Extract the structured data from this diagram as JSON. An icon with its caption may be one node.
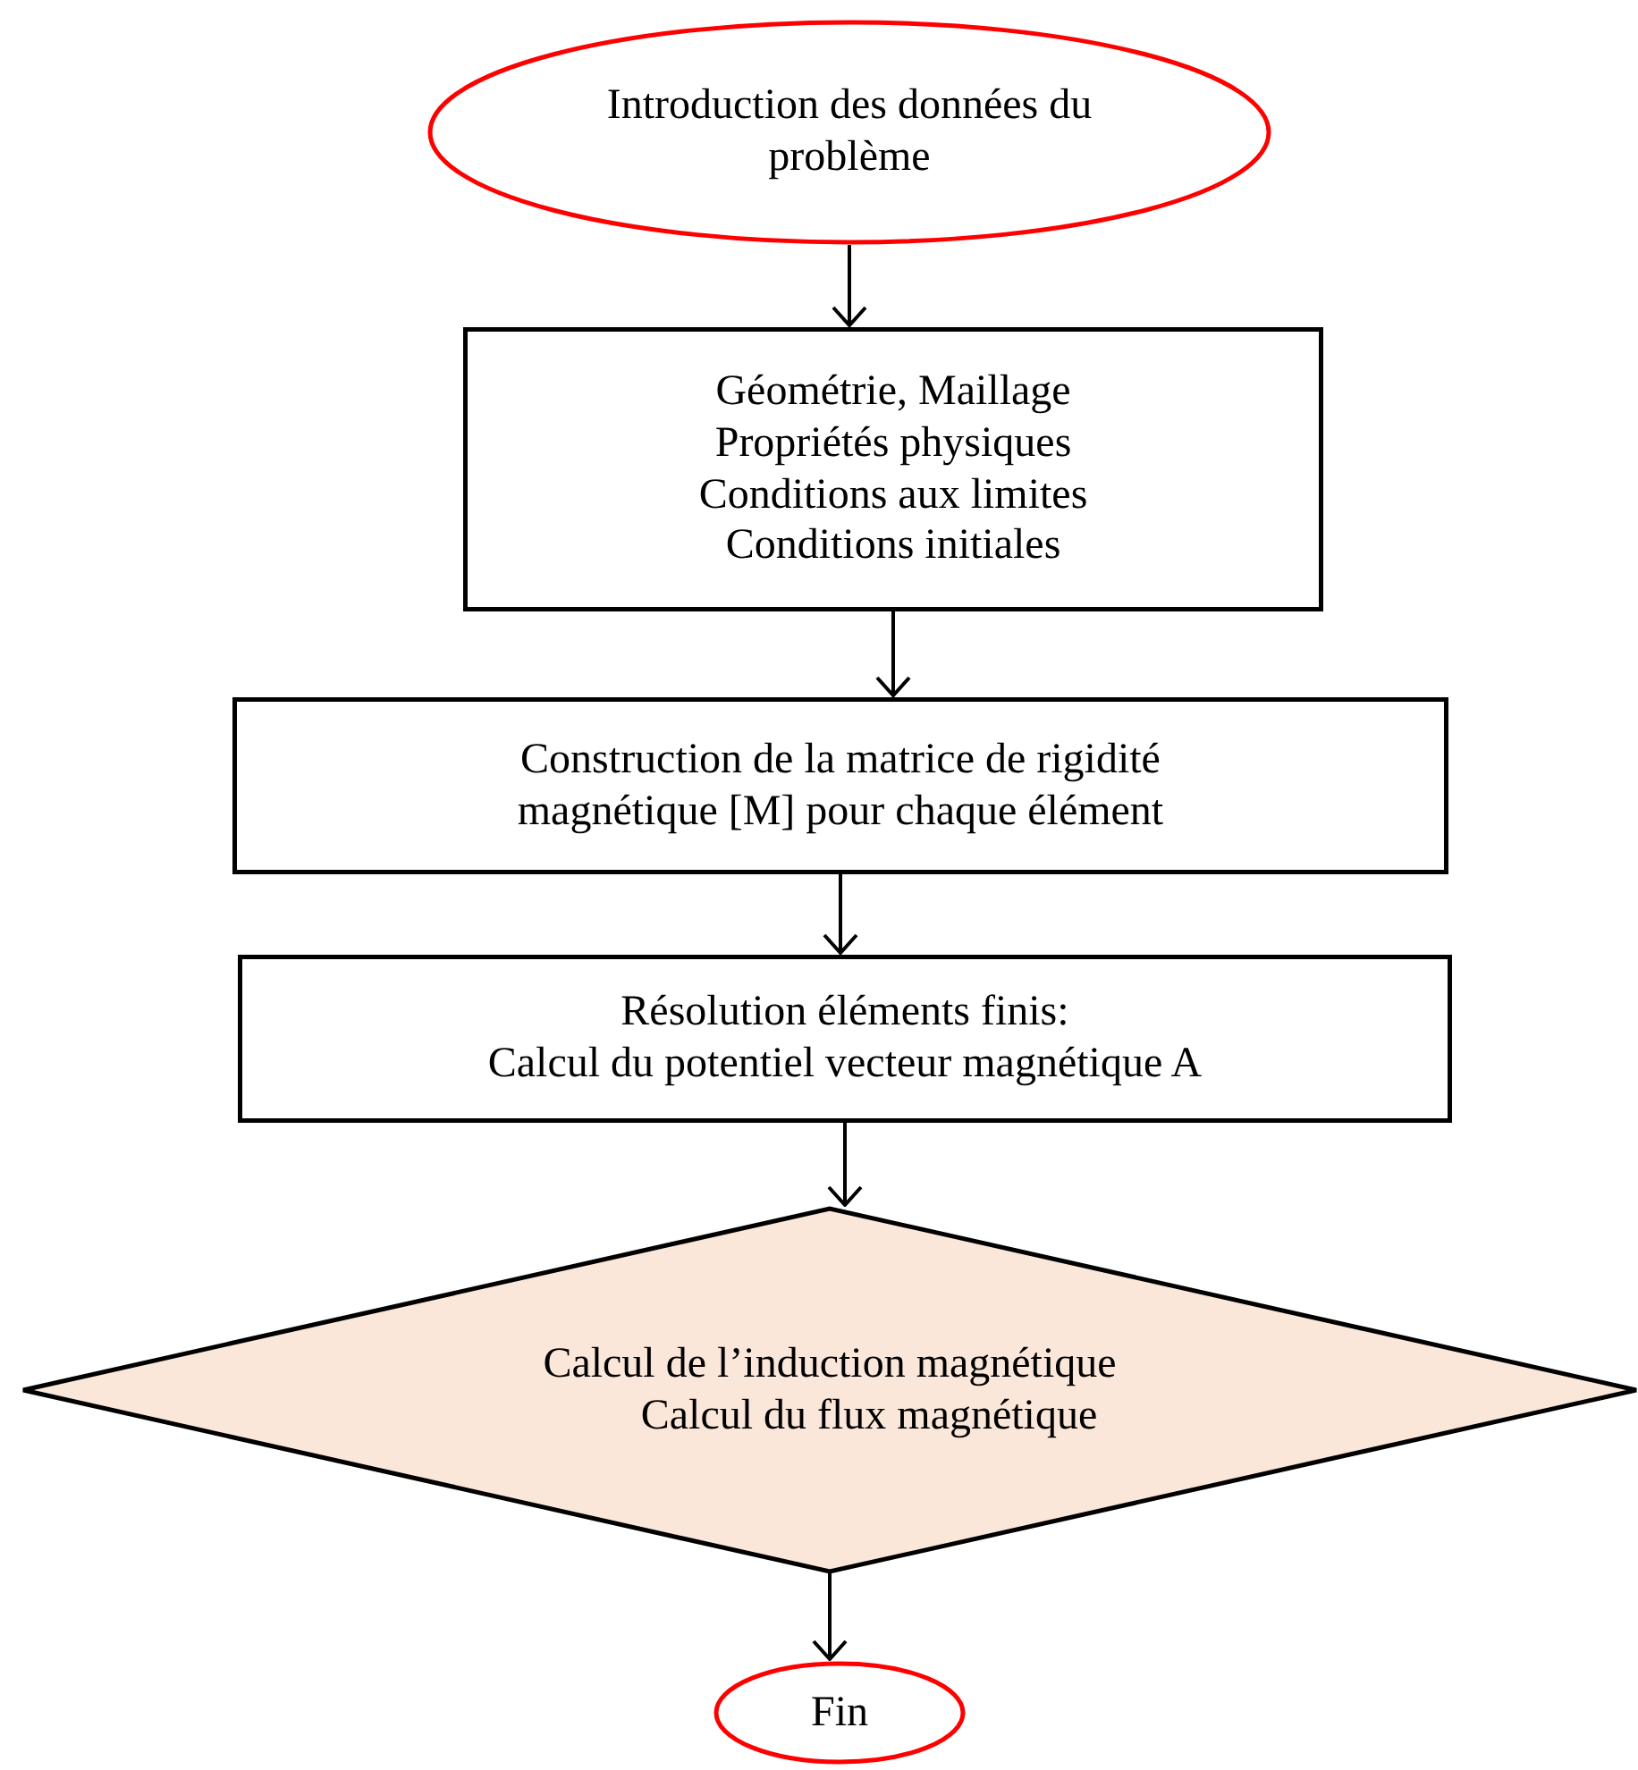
{
  "diagram": {
    "nodes": [
      {
        "text": [
          "Introduction des données du problème"
        ]
      },
      {
        "text": [
          "Géométrie, Maillage",
          "Propriétés physiques",
          "Conditions aux limites",
          "Conditions initiales"
        ]
      },
      {
        "text": [
          "Construction de la matrice de rigidité magnétique [M] pour chaque élément"
        ]
      },
      {
        "text": [
          "Résolution éléments finis:",
          "Calcul du potentiel vecteur magnétique A"
        ]
      },
      {
        "text": [
          "Calcul de l’induction magnétique",
          "Calcul du flux magnétique"
        ]
      },
      {
        "text": [
          "Fin"
        ]
      }
    ],
    "edges": [
      {
        "from": 0,
        "to": 1,
        "arrow": "to"
      },
      {
        "from": 1,
        "to": 2,
        "arrow": "to"
      },
      {
        "from": 2,
        "to": 3,
        "arrow": "to"
      },
      {
        "from": 3,
        "to": 4,
        "arrow": "to"
      },
      {
        "from": 4,
        "to": 5,
        "arrow": "to"
      }
    ]
  }
}
